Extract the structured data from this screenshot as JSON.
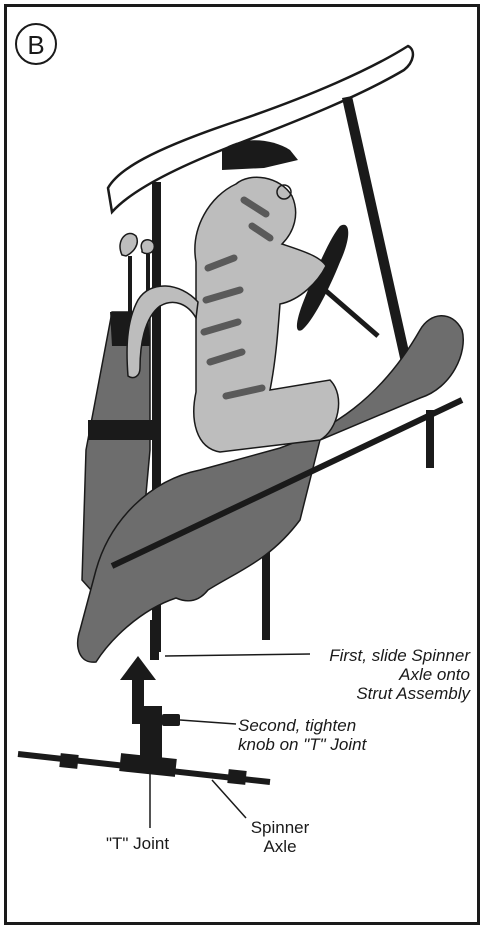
{
  "step": {
    "letter": "B"
  },
  "callouts": {
    "slide": [
      "First, slide Spinner",
      "Axle onto",
      "Strut Assembly"
    ],
    "tighten": [
      "Second, tighten",
      "knob on \"T\" Joint"
    ],
    "t_joint": "\"T\" Joint",
    "spinner_axle": [
      "Spinner",
      "Axle"
    ]
  },
  "colors": {
    "ink": "#1a1a1a",
    "cart_body": "#6d6d6d",
    "cat_light": "#bdbdbd",
    "cat_stripe": "#5a5a5a"
  }
}
